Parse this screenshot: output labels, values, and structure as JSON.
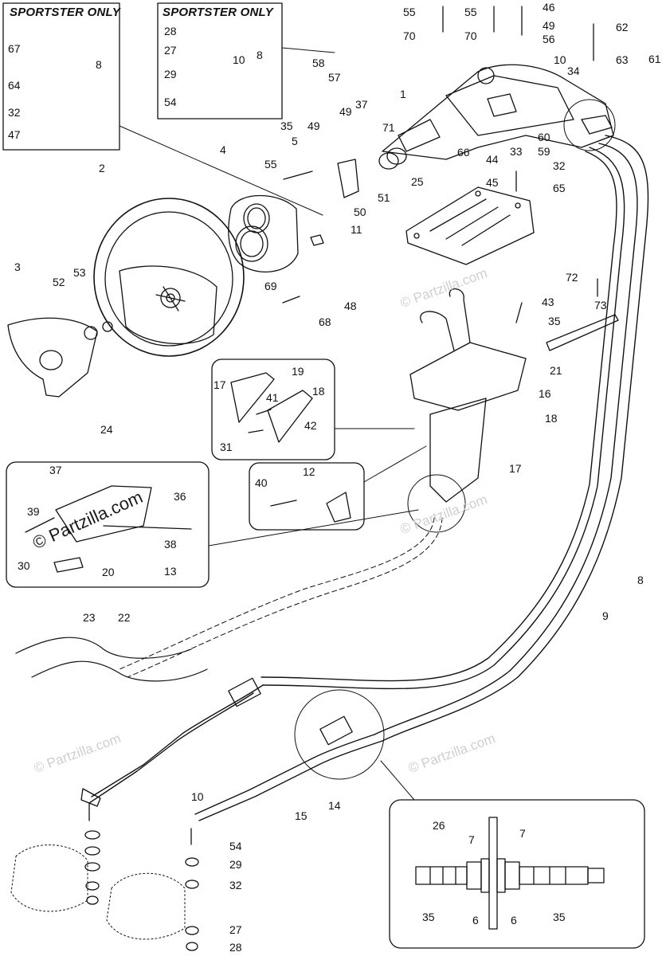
{
  "insets": {
    "sportster_left_title": "SPORTSTER ONLY",
    "sportster_right_title": "SPORTSTER ONLY"
  },
  "watermark": {
    "brand": "© Partzilla.com",
    "brand_dark": "© Partzilla.com"
  },
  "callouts": [
    "67",
    "8",
    "64",
    "32",
    "47",
    "28",
    "27",
    "29",
    "10",
    "8",
    "54",
    "55",
    "70",
    "55",
    "70",
    "46",
    "49",
    "56",
    "58",
    "57",
    "10",
    "34",
    "62",
    "63",
    "61",
    "1",
    "37",
    "49",
    "71",
    "66",
    "33",
    "60",
    "59",
    "35",
    "49",
    "5",
    "55",
    "4",
    "2",
    "51",
    "50",
    "11",
    "44",
    "45",
    "25",
    "32",
    "65",
    "3",
    "52",
    "53",
    "69",
    "68",
    "48",
    "72",
    "43",
    "35",
    "73",
    "17",
    "19",
    "18",
    "41",
    "42",
    "31",
    "21",
    "16",
    "18",
    "17",
    "24",
    "37",
    "39",
    "36",
    "38",
    "30",
    "20",
    "13",
    "40",
    "12",
    "8",
    "9",
    "23",
    "22",
    "15",
    "14",
    "10",
    "54",
    "29",
    "32",
    "27",
    "28",
    "26",
    "7",
    "7",
    "35",
    "6",
    "6",
    "35"
  ]
}
